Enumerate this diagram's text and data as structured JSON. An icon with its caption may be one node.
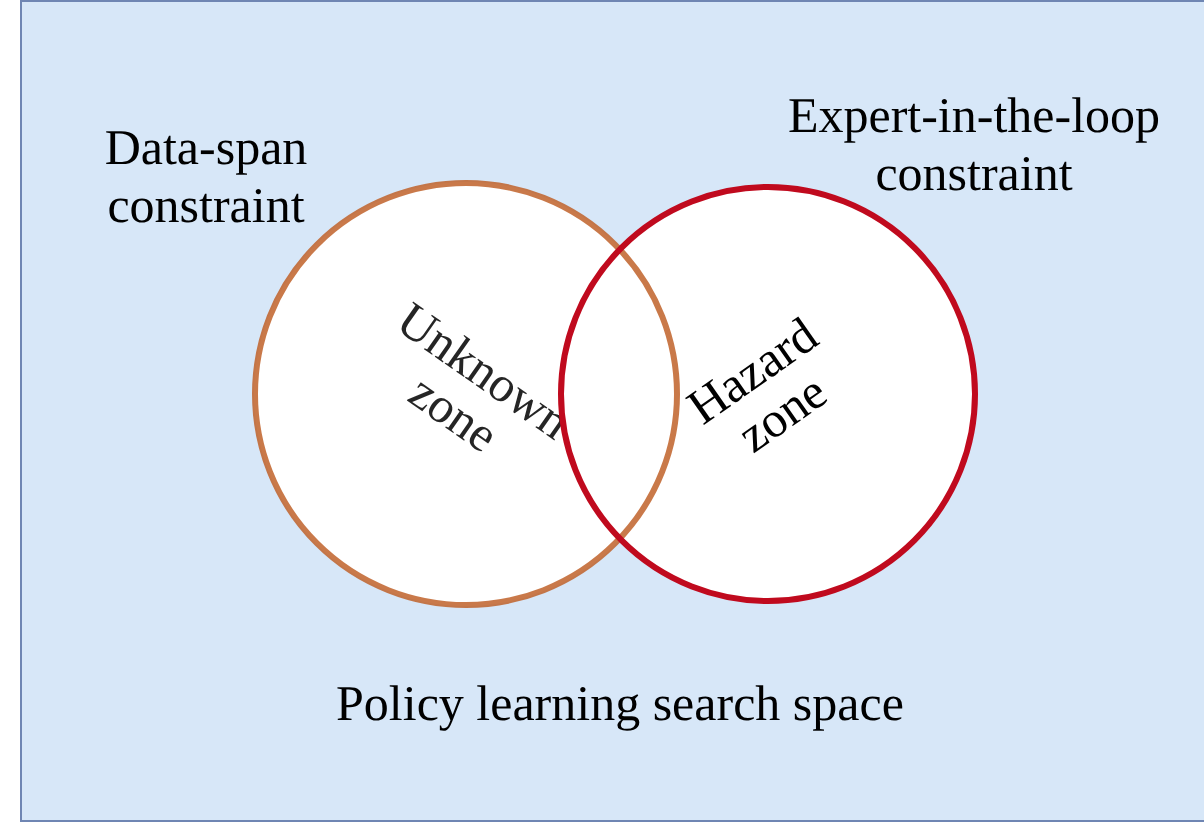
{
  "diagram": {
    "nodes": [
      {
        "text": [
          "Policy learning search space"
        ]
      },
      {
        "text": [
          "Unknown zone"
        ],
        "in": 0,
        "beside": [
          "Data-span constraint"
        ]
      },
      {
        "text": [
          "Hazard zone"
        ],
        "in": 0,
        "beside": [
          "Expert-in-the-loop constraint"
        ]
      }
    ]
  }
}
